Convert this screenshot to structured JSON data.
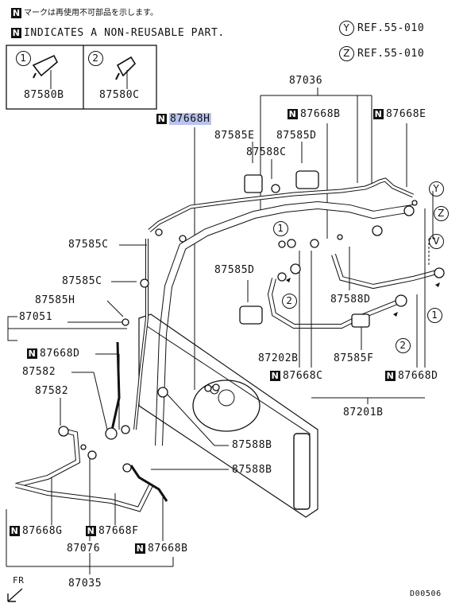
{
  "header": {
    "note_jp": "マークは再使用不可部品を示します。",
    "note_en": "INDICATES A NON-REUSABLE PART.",
    "n_mark": "N"
  },
  "refs": [
    {
      "symbol": "Y",
      "text": "REF.55-010"
    },
    {
      "symbol": "Z",
      "text": "REF.55-010"
    }
  ],
  "inset": {
    "left": {
      "num": "1",
      "part": "87580B"
    },
    "right": {
      "num": "2",
      "part": "87580C"
    }
  },
  "parts": {
    "p87036": "87036",
    "p87668H": "87668H",
    "p87668B_top": "87668B",
    "p87668E": "87668E",
    "p87585E": "87585E",
    "p87585D_top": "87585D",
    "p87588C": "87588C",
    "p87585C_1": "87585C",
    "p87585C_2": "87585C",
    "p87585H": "87585H",
    "p87051": "87051",
    "p87668D_left": "87668D",
    "p87582_1": "87582",
    "p87582_2": "87582",
    "p87585D_mid": "87585D",
    "p87588D": "87588D",
    "p87202B": "87202B",
    "p87585F": "87585F",
    "p87668C": "87668C",
    "p87668D_right": "87668D",
    "p87201B": "87201B",
    "p87588B_1": "87588B",
    "p87588B_2": "87588B",
    "p87668G": "87668G",
    "p87668F": "87668F",
    "p87076": "87076",
    "p87668B_bot": "87668B",
    "p87035": "87035"
  },
  "callouts": {
    "y": "Y",
    "z": "Z",
    "v": "V",
    "c1": "1",
    "c2": "2"
  },
  "footer": {
    "fr": "FR",
    "code": "D00506"
  }
}
